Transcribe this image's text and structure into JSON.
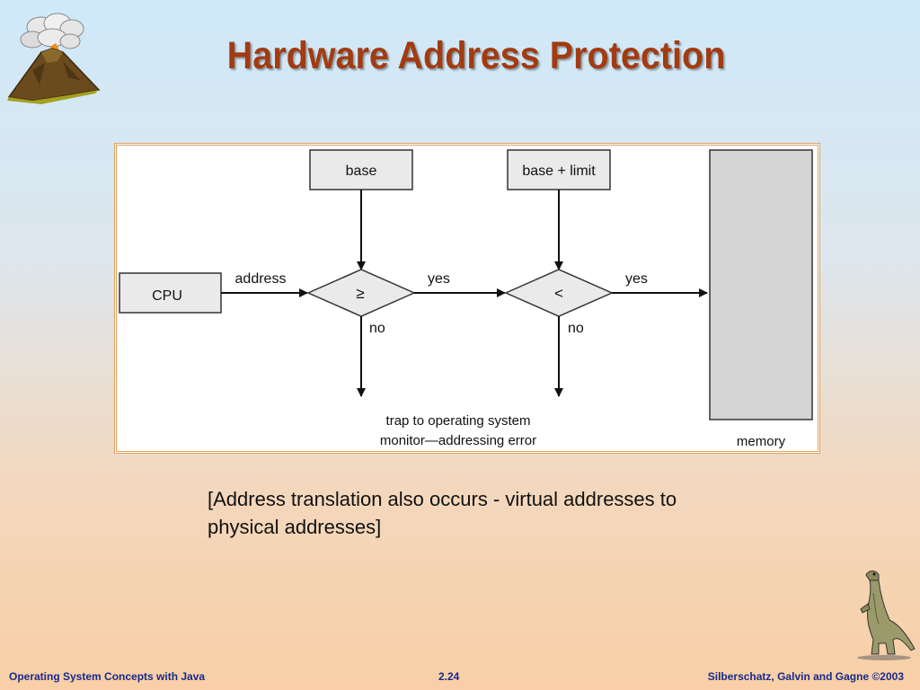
{
  "slide": {
    "title": "Hardware Address Protection",
    "caption_line1": "[Address translation also occurs - virtual addresses to",
    "caption_line2": "physical addresses]"
  },
  "diagram": {
    "base_label": "base",
    "base_limit_label": "base + limit",
    "cpu_label": "CPU",
    "address_label": "address",
    "compare1_symbol": "≥",
    "compare2_symbol": "<",
    "yes1": "yes",
    "yes2": "yes",
    "no1": "no",
    "no2": "no",
    "trap_line1": "trap to operating system",
    "trap_line2": "monitor—addressing error",
    "memory_label": "memory"
  },
  "footer": {
    "left": "Operating System Concepts with Java",
    "center": "2.24",
    "right": "Silberschatz, Galvin and Gagne ©2003"
  },
  "colors": {
    "title": "#a23b12",
    "footer": "#1a2a8a",
    "memory_fill": "#d4d4d4"
  },
  "icons": {
    "top_left": "volcano-icon",
    "bottom_right": "dinosaur-icon"
  }
}
